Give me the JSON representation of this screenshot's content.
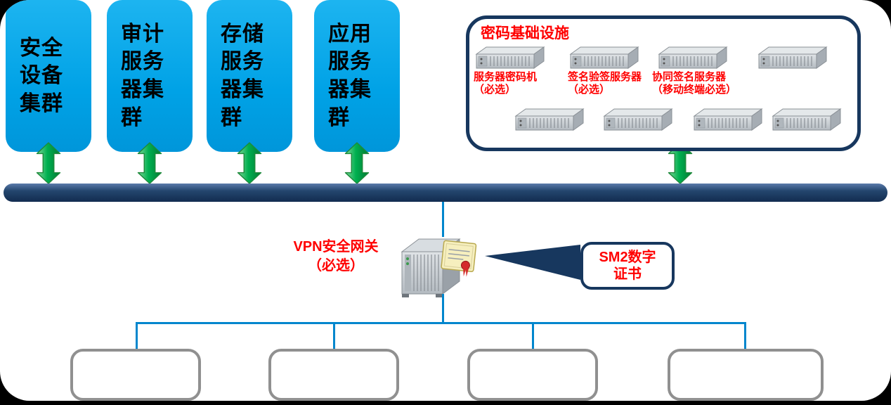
{
  "clusters": [
    {
      "label": "安全设备集群"
    },
    {
      "label": "审计服务器集群"
    },
    {
      "label": "存储服务器集群"
    },
    {
      "label": "应用服务器集群"
    }
  ],
  "crypto_infrastructure": {
    "title": "密码基础设施",
    "server_labels": [
      "服务器密码机\n（必选）",
      "签名验签服务器\n（必选）",
      "协同签名服务器\n（移动终端必选）"
    ],
    "server_icon_count": 8
  },
  "vpn_gateway": {
    "label": "VPN安全网关\n（必选）"
  },
  "sm2_callout": {
    "label": "SM2数字\n证书"
  },
  "endpoint_box_count": 4,
  "colors": {
    "cluster_fill": "#00A2E6",
    "navy": "#17375E",
    "arrow_green": "#00B050",
    "label_red": "#FF0000",
    "connector_blue": "#0086CD",
    "endpoint_border": "#909090",
    "frame_black": "#000000"
  }
}
